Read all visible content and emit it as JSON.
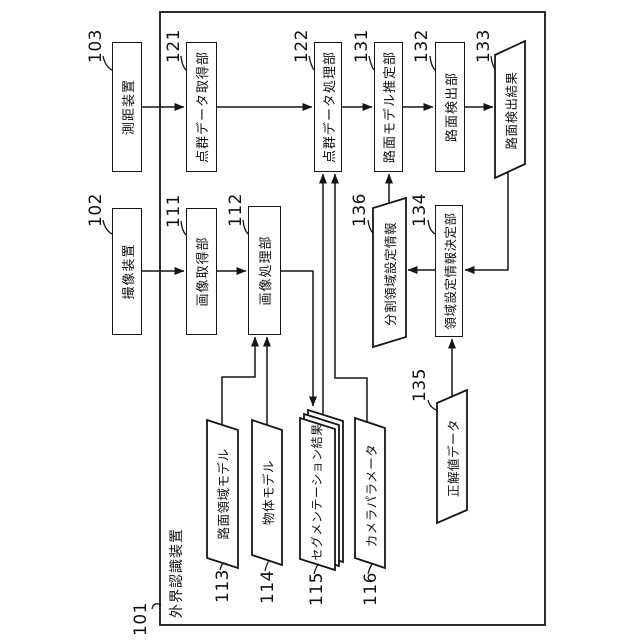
{
  "figure": {
    "type": "patent-block-diagram",
    "boundary": {
      "ref": "101",
      "label": "外界認識装置"
    },
    "nodes": {
      "n102": {
        "ref": "102",
        "label": "撮像装置",
        "shape": "rect"
      },
      "n103": {
        "ref": "103",
        "label": "測距装置",
        "shape": "rect"
      },
      "n111": {
        "ref": "111",
        "label": "画像取得部",
        "shape": "rect"
      },
      "n121": {
        "ref": "121",
        "label": "点群データ取得部",
        "shape": "rect"
      },
      "n112": {
        "ref": "112",
        "label": "画像処理部",
        "shape": "rect"
      },
      "n122": {
        "ref": "122",
        "label": "点群データ処理部",
        "shape": "rect"
      },
      "n131": {
        "ref": "131",
        "label": "路面モデル推定部",
        "shape": "rect"
      },
      "n132": {
        "ref": "132",
        "label": "路面検出部",
        "shape": "rect"
      },
      "n134": {
        "ref": "134",
        "label": "領域設定情報決定部",
        "shape": "rect"
      },
      "n113": {
        "ref": "113",
        "label": "路面領域モデル",
        "shape": "parallelogram"
      },
      "n114": {
        "ref": "114",
        "label": "物体モデル",
        "shape": "parallelogram"
      },
      "n115": {
        "ref": "115",
        "label": "セグメンテーション結果",
        "shape": "parallelogram-stack"
      },
      "n116": {
        "ref": "116",
        "label": "カメラパラメータ",
        "shape": "parallelogram"
      },
      "n135": {
        "ref": "135",
        "label": "正解値データ",
        "shape": "parallelogram"
      },
      "n136": {
        "ref": "136",
        "label": "分割領域設定情報",
        "shape": "parallelogram"
      },
      "n133": {
        "ref": "133",
        "label": "路面検出結果",
        "shape": "parallelogram"
      }
    },
    "edges": [
      {
        "from": "103",
        "to": "121"
      },
      {
        "from": "102",
        "to": "111"
      },
      {
        "from": "121",
        "to": "122"
      },
      {
        "from": "111",
        "to": "112"
      },
      {
        "from": "113",
        "to": "112"
      },
      {
        "from": "114",
        "to": "112"
      },
      {
        "from": "112",
        "to": "115"
      },
      {
        "from": "115",
        "to": "122"
      },
      {
        "from": "116",
        "to": "122"
      },
      {
        "from": "122",
        "to": "131"
      },
      {
        "from": "136",
        "to": "131"
      },
      {
        "from": "131",
        "to": "132"
      },
      {
        "from": "132",
        "to": "133"
      },
      {
        "from": "133",
        "to": "134"
      },
      {
        "from": "135",
        "to": "134"
      },
      {
        "from": "134",
        "to": "136"
      }
    ],
    "colors": {
      "line": "#161616",
      "background": "#ffffff"
    }
  }
}
